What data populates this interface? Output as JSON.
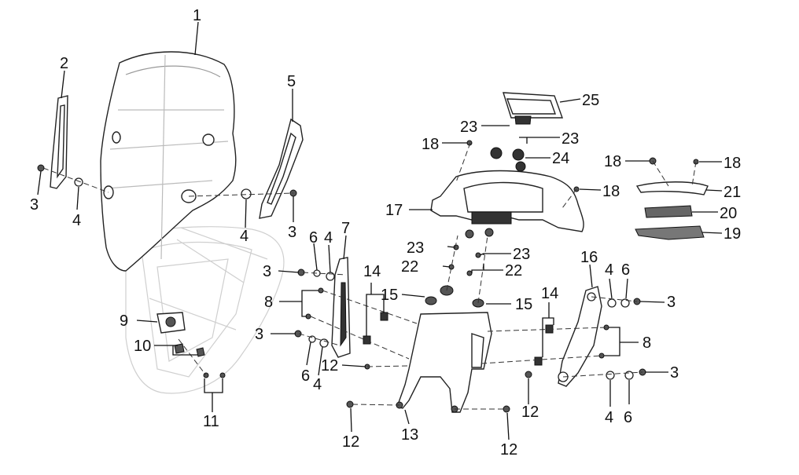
{
  "labels": [
    "1",
    "2",
    "3",
    "3",
    "3",
    "3",
    "3",
    "3",
    "4",
    "4",
    "4",
    "4",
    "4",
    "4",
    "5",
    "6",
    "6",
    "6",
    "6",
    "7",
    "8",
    "8",
    "9",
    "10",
    "11",
    "12",
    "12",
    "12",
    "12",
    "13",
    "14",
    "14",
    "15",
    "15",
    "16",
    "17",
    "18",
    "18",
    "18",
    "18",
    "19",
    "20",
    "21",
    "22",
    "22",
    "23",
    "23",
    "23",
    "23",
    "24",
    "25"
  ]
}
